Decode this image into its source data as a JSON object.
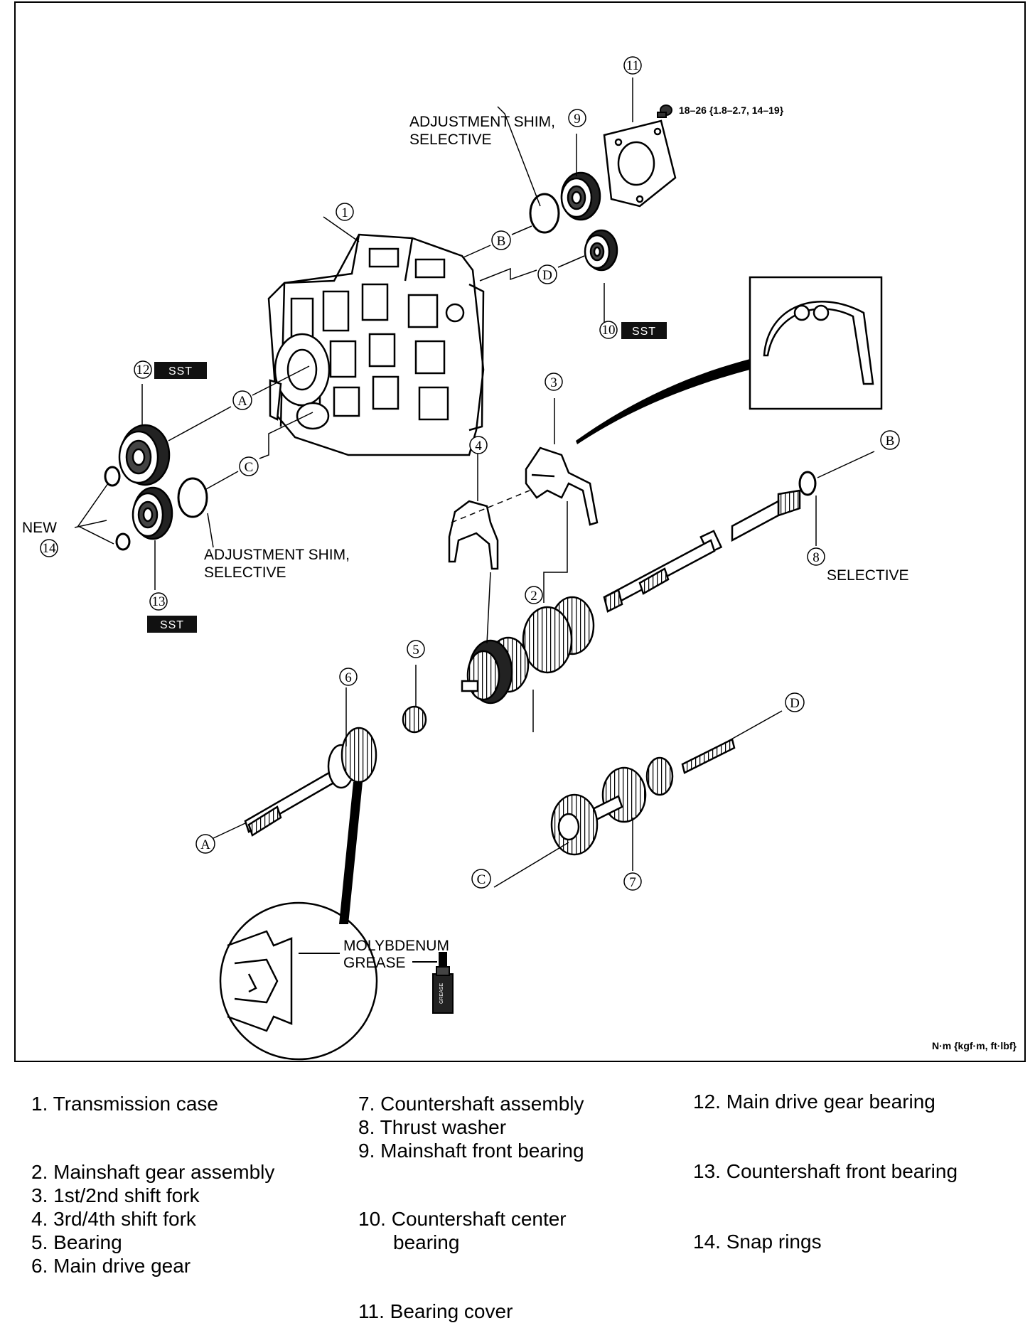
{
  "callouts": {
    "c1": "1",
    "c2": "2",
    "c3": "3",
    "c4": "4",
    "c5": "5",
    "c6": "6",
    "c7": "7",
    "c8": "8",
    "c9": "9",
    "c10": "10",
    "c11": "11",
    "c12": "12",
    "c13": "13",
    "c14": "14"
  },
  "letters": {
    "A": "A",
    "B": "B",
    "C": "C",
    "D": "D"
  },
  "labels": {
    "adjustment_shim_top_1": "ADJUSTMENT SHIM,",
    "adjustment_shim_top_2": "SELECTIVE",
    "adjustment_shim_bottom_1": "ADJUSTMENT SHIM,",
    "adjustment_shim_bottom_2": "SELECTIVE",
    "selective": "SELECTIVE",
    "new": "NEW",
    "sst": "SST",
    "molybdenum_1": "MOLYBDENUM",
    "molybdenum_2": "GREASE",
    "torque": "18–26 {1.8–2.7, 14–19}",
    "units": "N·m {kgf·m, ft·lbf}",
    "grease_can": "GREASE"
  },
  "parts_list": [
    {
      "num": "1.",
      "name": "Transmission case"
    },
    {
      "num": "2.",
      "name": "Mainshaft gear assembly"
    },
    {
      "num": "3.",
      "name": "1st/2nd shift fork"
    },
    {
      "num": "4.",
      "name": "3rd/4th shift fork"
    },
    {
      "num": "5.",
      "name": "Bearing"
    },
    {
      "num": "6.",
      "name": "Main drive gear"
    },
    {
      "num": "7.",
      "name": "Countershaft assembly"
    },
    {
      "num": "8.",
      "name": "Thrust washer"
    },
    {
      "num": "9.",
      "name": "Mainshaft front bearing"
    },
    {
      "num": "10.",
      "name": "Countershaft center",
      "name2": "bearing"
    },
    {
      "num": "11.",
      "name": "Bearing cover"
    },
    {
      "num": "12.",
      "name": "Main drive gear bearing"
    },
    {
      "num": "13.",
      "name": "Countershaft front bearing"
    },
    {
      "num": "14.",
      "name": "Snap rings"
    }
  ]
}
